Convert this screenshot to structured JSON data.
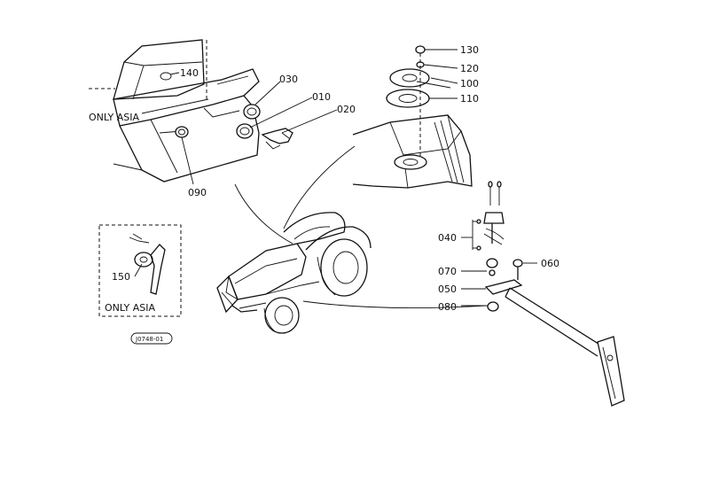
{
  "diagram": {
    "part_labels": {
      "p130": "130",
      "p120": "120",
      "p100": "100",
      "p110": "110",
      "p030": "030",
      "p010": "010",
      "p020": "020",
      "p140": "140",
      "p090": "090",
      "p040": "040",
      "p070": "070",
      "p050": "050",
      "p080": "080",
      "p060": "060",
      "p150": "150"
    },
    "notes": {
      "only_asia_top": "ONLY ASIA",
      "only_asia_box": "ONLY  ASIA"
    },
    "drawing_code": "J0748-01"
  }
}
